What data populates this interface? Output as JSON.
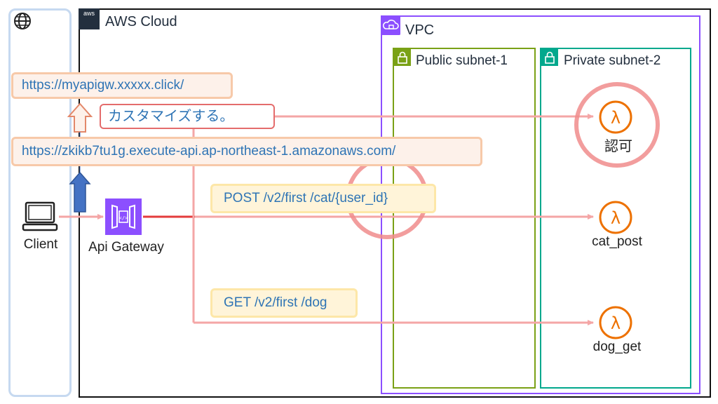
{
  "internet": {
    "icon": "globe-icon"
  },
  "aws_cloud": {
    "label": "AWS Cloud",
    "logo_text": "aws"
  },
  "vpc": {
    "label": "VPC"
  },
  "subnets": {
    "public": {
      "label": "Public subnet-1"
    },
    "private": {
      "label": "Private subnet-2"
    }
  },
  "urls": {
    "custom": "https://myapigw.xxxxx.click/",
    "execute": "https://zkikb7tu1g.execute-api.ap-northeast-1.amazonaws.com/"
  },
  "callout": {
    "text": "カスタマイズする。"
  },
  "routes": {
    "post": "POST /v2/first /cat/{user_id}",
    "get": "GET /v2/first /dog"
  },
  "nodes": {
    "client": "Client",
    "api_gateway": "Api Gateway",
    "authorizer": "認可",
    "cat_post": "cat_post",
    "dog_get": "dog_get"
  },
  "colors": {
    "aws_border": "#111111",
    "vpc": "#8c4fff",
    "public_subnet": "#7aa116",
    "private_subnet": "#01a88d",
    "lambda": "#ed7100",
    "arrow": "#f4a6a6",
    "highlight_circle": "#f08c8c",
    "up_arrow_blue": "#4472c4",
    "url_text": "#2e74b5"
  }
}
